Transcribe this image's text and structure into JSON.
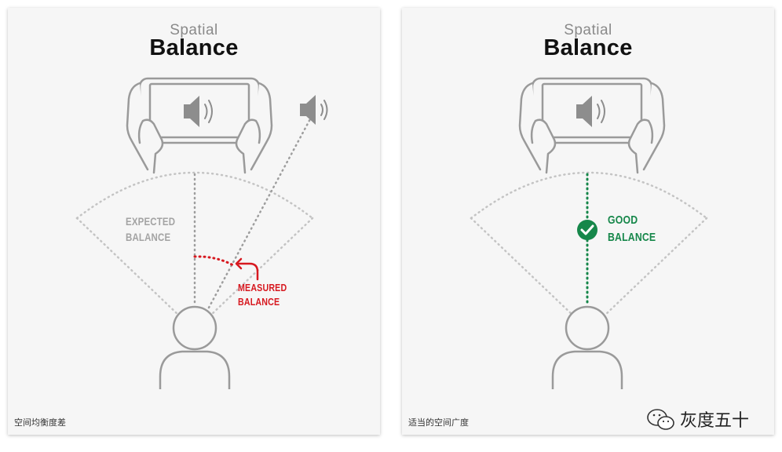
{
  "left_panel": {
    "title_small": "Spatial",
    "title_big": "Balance",
    "label_expected": [
      "EXPECTED",
      "BALANCE"
    ],
    "label_measured": [
      "MEASURED",
      "BALANCE"
    ],
    "caption": "空间均衡度差"
  },
  "right_panel": {
    "title_small": "Spatial",
    "title_big": "Balance",
    "label_good": [
      "GOOD",
      "BALANCE"
    ],
    "caption": "适当的空间广度"
  },
  "watermark": {
    "text": "灰度五十",
    "icon": "wechat-icon"
  },
  "colors": {
    "line_gray": "#bdbdbd",
    "red": "#d71920",
    "green": "#16874a",
    "speaker_gray": "#8d8d8d"
  },
  "icons": [
    "phone-in-hands-icon",
    "speaker-icon",
    "listener-icon",
    "checkmark-icon",
    "arrow-icon"
  ]
}
